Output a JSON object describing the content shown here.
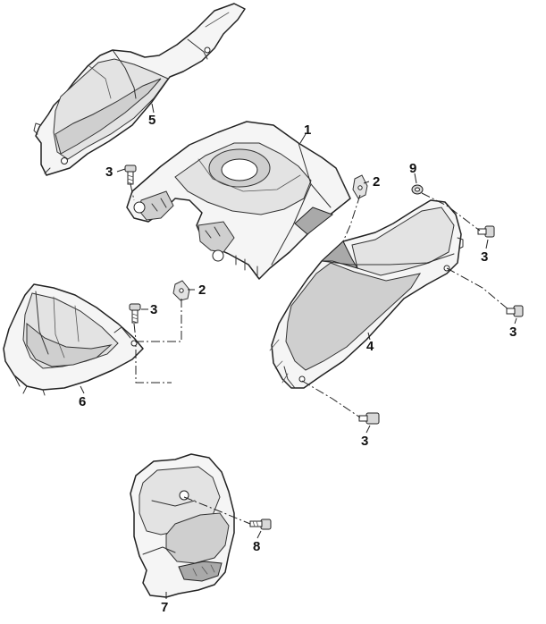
{
  "callouts": {
    "c1": "1",
    "c2a": "2",
    "c2b": "2",
    "c3a": "3",
    "c3b": "3",
    "c3c": "3",
    "c3d": "3",
    "c3e": "3",
    "c4": "4",
    "c5": "5",
    "c6": "6",
    "c7": "7",
    "c8": "8",
    "c9": "9"
  }
}
